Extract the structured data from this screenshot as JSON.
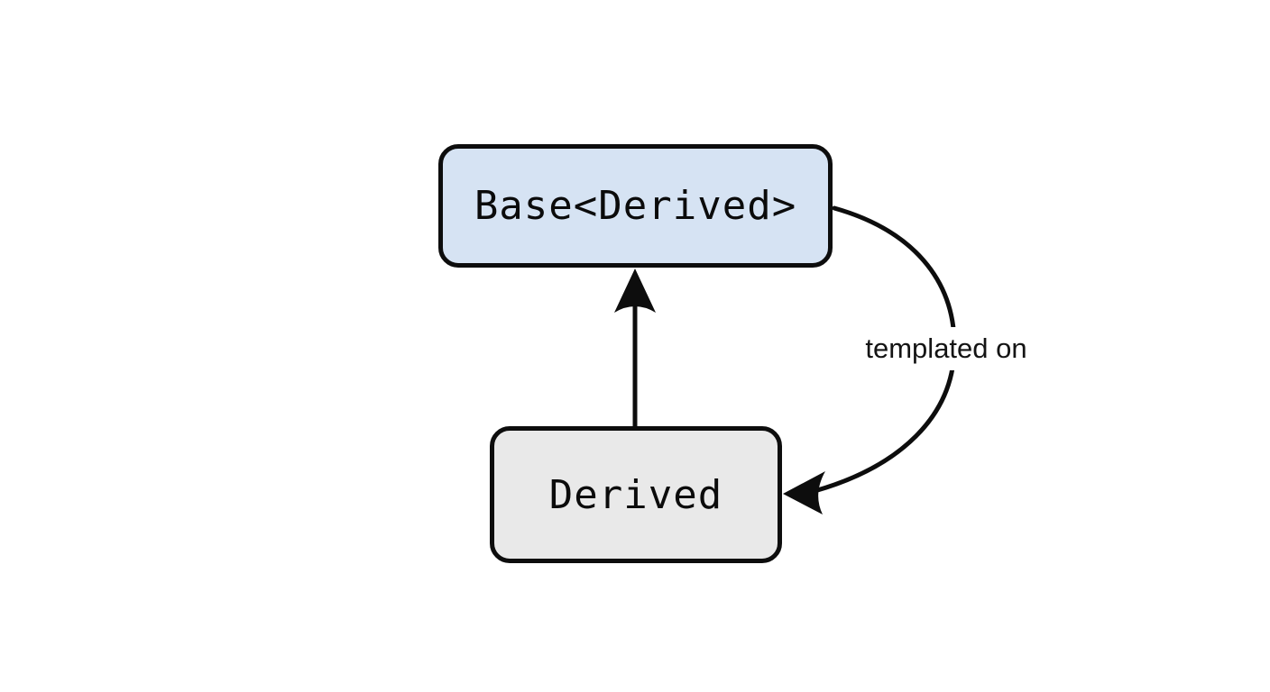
{
  "diagram": {
    "type": "class-relationship-diagram",
    "nodes": {
      "base": {
        "label": "Base<Derived>",
        "fill": "#d6e3f3"
      },
      "derived": {
        "label": "Derived",
        "fill": "#e9e9e9"
      }
    },
    "edges": {
      "inheritance": {
        "from": "derived",
        "to": "base",
        "label": ""
      },
      "template": {
        "from": "base",
        "to": "derived",
        "label": "templated on"
      }
    },
    "colors": {
      "background": "#ffffff",
      "stroke": "#0d0d0d",
      "base_fill": "#d6e3f3",
      "derived_fill": "#e9e9e9",
      "label_text": "#141414"
    }
  }
}
